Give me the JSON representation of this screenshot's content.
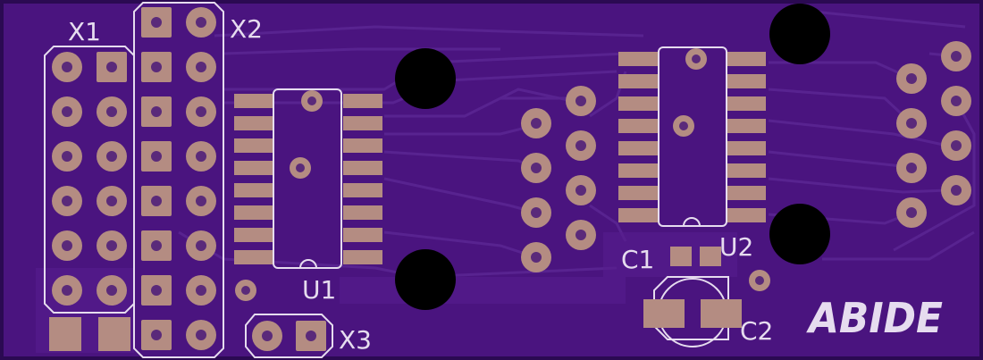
{
  "board": {
    "labels": {
      "x1": "X1",
      "x2": "X2",
      "x3": "X3",
      "u1": "U1",
      "u2": "U2",
      "c1": "C1",
      "c2": "C2"
    },
    "logo": "ABIDE",
    "colors": {
      "board": "#4a147f",
      "board_edge": "#2b0a52",
      "copper": "#b48c82",
      "silkscreen": "#e6dcef",
      "trace": "#5a2592",
      "hole": "#000000"
    }
  }
}
